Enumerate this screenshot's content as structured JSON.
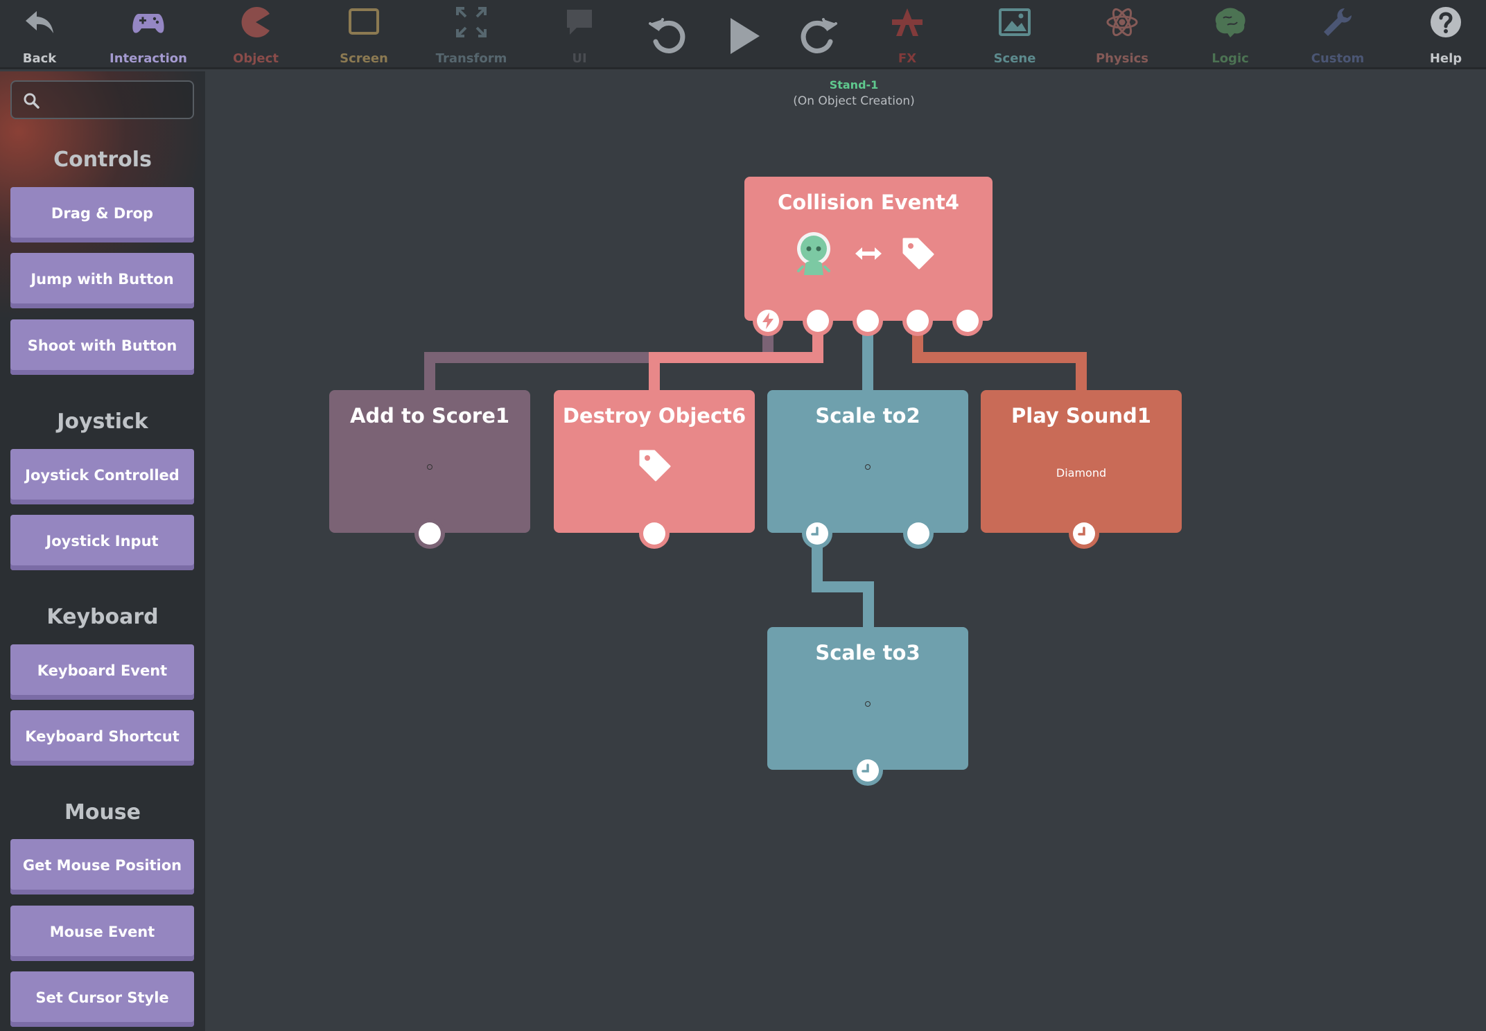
{
  "toolbar": {
    "back": {
      "label": "Back",
      "color": "#9aa0a6"
    },
    "interaction": {
      "label": "Interaction",
      "color": "#9587c4"
    },
    "object": {
      "label": "Object",
      "color": "#8a4c4a"
    },
    "screen": {
      "label": "Screen",
      "color": "#8c7a52"
    },
    "transform": {
      "label": "Transform",
      "color": "#56666e"
    },
    "ui": {
      "label": "UI",
      "color": "#4a4d52"
    },
    "fx": {
      "label": "FX",
      "color": "#823b3b"
    },
    "scene": {
      "label": "Scene",
      "color": "#5d8b8e"
    },
    "physics": {
      "label": "Physics",
      "color": "#855a57"
    },
    "logic": {
      "label": "Logic",
      "color": "#4c7353"
    },
    "custom": {
      "label": "Custom",
      "color": "#4b5674"
    },
    "help": {
      "label": "Help",
      "color": "#b8bcc0"
    }
  },
  "sidebar": {
    "search_placeholder": "",
    "sections": {
      "controls": "Controls",
      "joystick": "Joystick",
      "keyboard": "Keyboard",
      "mouse": "Mouse"
    },
    "items": {
      "drag_drop": "Drag & Drop",
      "jump_button": "Jump with Button",
      "shoot_button": "Shoot with Button",
      "joystick_controlled": "Joystick Controlled",
      "joystick_input": "Joystick Input",
      "keyboard_event": "Keyboard Event",
      "keyboard_shortcut": "Keyboard Shortcut",
      "get_mouse_position": "Get Mouse Position",
      "mouse_event": "Mouse Event",
      "set_cursor_style": "Set Cursor Style"
    }
  },
  "canvas": {
    "object_name": "Stand-1",
    "trigger": "(On Object Creation)",
    "nodes": {
      "collision": {
        "title": "Collision Event4",
        "color": "#e88889"
      },
      "add_score": {
        "title": "Add to Score1",
        "color": "#7b6375"
      },
      "destroy": {
        "title": "Destroy Object6",
        "color": "#e88889"
      },
      "scale2": {
        "title": "Scale to2",
        "color": "#6fa0ad"
      },
      "sound": {
        "title": "Play Sound1",
        "subtitle": "Diamond",
        "color": "#c96b57"
      },
      "scale3": {
        "title": "Scale to3",
        "color": "#6fa0ad"
      }
    }
  }
}
